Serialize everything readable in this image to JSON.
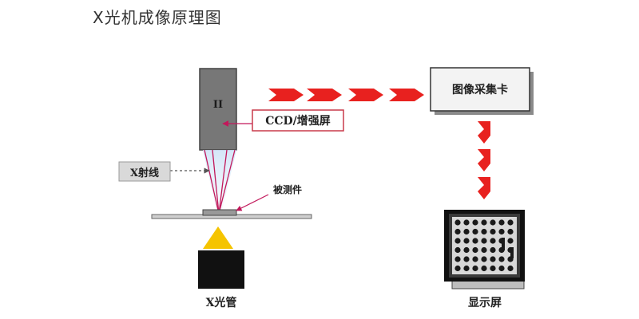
{
  "title": "X光机成像原理图",
  "labels": {
    "intensifier": "II",
    "ccd": "CCD/增强屏",
    "capture_card": "图像采集卡",
    "xray": "X射线",
    "specimen": "被测件",
    "tube": "X光管",
    "display": "显示屏"
  },
  "colors": {
    "arrow": "#e8211f",
    "beam": "#c2185b",
    "cone": "#f5c400",
    "intensifier": "#777777",
    "box_border": "#333333",
    "label_bg": "#d9d9d9",
    "ccd_border": "#c83a4a"
  }
}
